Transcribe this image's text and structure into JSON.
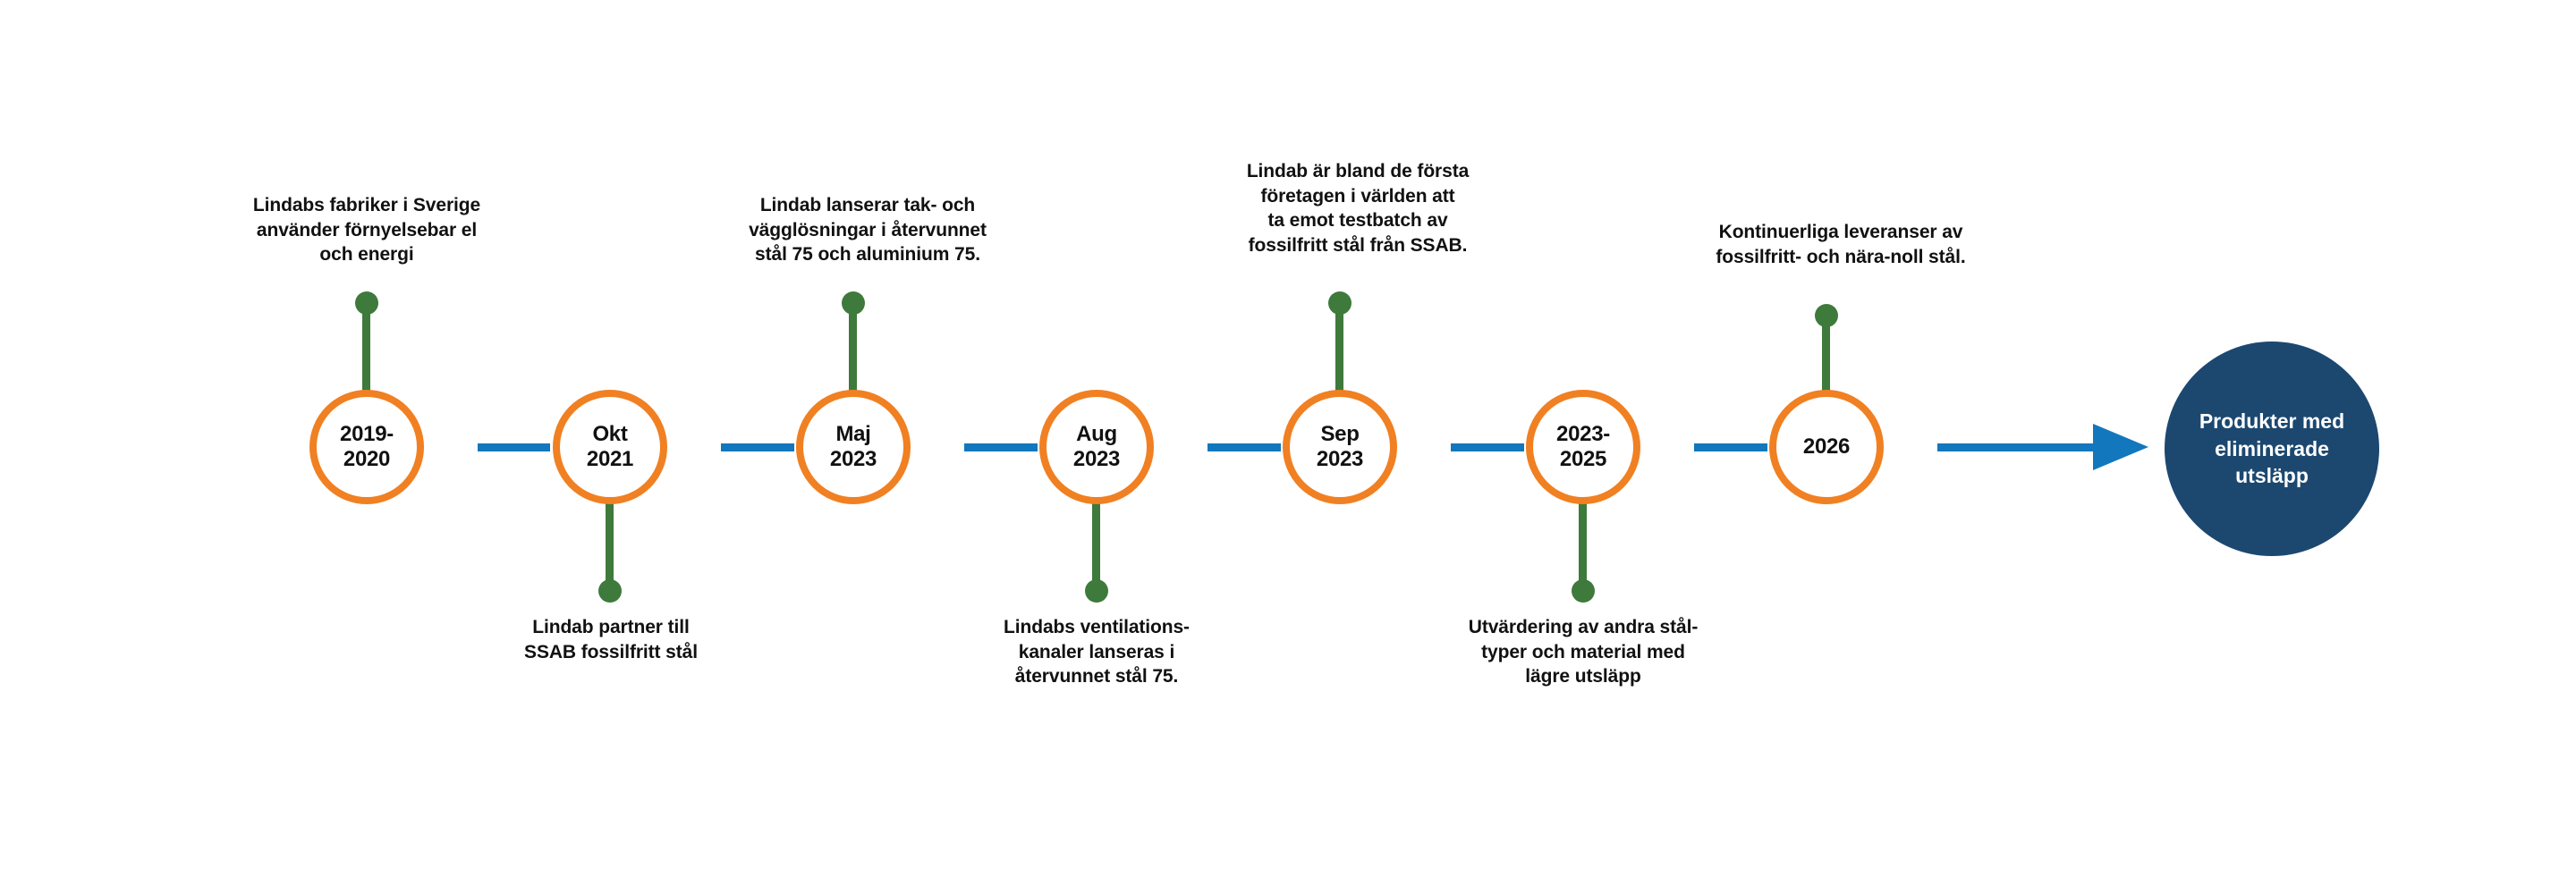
{
  "colors": {
    "node_ring": "#F08022",
    "axis": "#1277BC",
    "stem": "#3E7A3B",
    "goal_fill": "#1C4870",
    "text": "#111111",
    "goal_text": "#FFFFFF",
    "background": "#FFFFFF"
  },
  "chart_data": {
    "type": "timeline",
    "title": "",
    "orientation": "horizontal",
    "milestones": [
      {
        "id": "2019-2020",
        "node_lines": [
          "2019-",
          "2020"
        ],
        "caption_position": "above",
        "caption_lines": [
          "Lindabs fabriker i Sverige",
          "använder förnyelsebar el",
          "och energi"
        ]
      },
      {
        "id": "okt-2021",
        "node_lines": [
          "Okt",
          "2021"
        ],
        "caption_position": "below",
        "caption_lines": [
          "Lindab partner till",
          "SSAB fossilfritt stål"
        ]
      },
      {
        "id": "maj-2023",
        "node_lines": [
          "Maj",
          "2023"
        ],
        "caption_position": "above",
        "caption_lines": [
          "Lindab lanserar tak- och",
          "vägglösningar i återvunnet",
          "stål 75 och aluminium 75."
        ]
      },
      {
        "id": "aug-2023",
        "node_lines": [
          "Aug",
          "2023"
        ],
        "caption_position": "below",
        "caption_lines": [
          "Lindabs ventilations-",
          "kanaler lanseras i",
          "återvunnet stål 75."
        ]
      },
      {
        "id": "sep-2023",
        "node_lines": [
          "Sep",
          "2023"
        ],
        "caption_position": "above",
        "caption_lines": [
          "Lindab är bland de första",
          "företagen i världen att",
          "ta emot testbatch av",
          "fossilfritt stål från SSAB."
        ]
      },
      {
        "id": "2023-2025",
        "node_lines": [
          "2023-",
          "2025"
        ],
        "caption_position": "below",
        "caption_lines": [
          "Utvärdering av andra stål-",
          "typer och material med",
          "lägre utsläpp"
        ]
      },
      {
        "id": "2026",
        "node_lines": [
          "2026"
        ],
        "caption_position": "above",
        "caption_lines": [
          "Kontinuerliga leveranser av",
          "fossilfritt- och nära-noll stål."
        ]
      }
    ],
    "goal": {
      "lines": [
        "Produkter med",
        "eliminerade",
        "utsläpp"
      ]
    }
  }
}
